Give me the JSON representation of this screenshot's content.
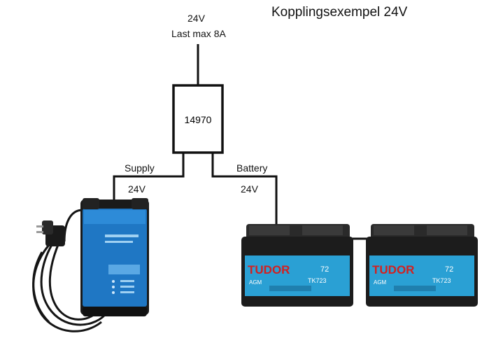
{
  "title": "Kopplingsexempel 24V",
  "load": {
    "voltage": "24V",
    "max_load": "Last max 8A"
  },
  "module": {
    "label": "14970"
  },
  "supply": {
    "label": "Supply",
    "voltage": "24V"
  },
  "battery": {
    "label": "Battery",
    "voltage": "24V"
  },
  "batteries": [
    {
      "brand": "TUDOR",
      "type": "AGM",
      "model": "TK723",
      "capacity": "72"
    },
    {
      "brand": "TUDOR",
      "type": "AGM",
      "model": "TK723",
      "capacity": "72"
    }
  ],
  "colors": {
    "wire": "#111111",
    "charger_blue": "#1f77c4",
    "battery_body": "#1c1c1c",
    "battery_label": "#2aa0d4",
    "brand_red": "#d32020"
  }
}
